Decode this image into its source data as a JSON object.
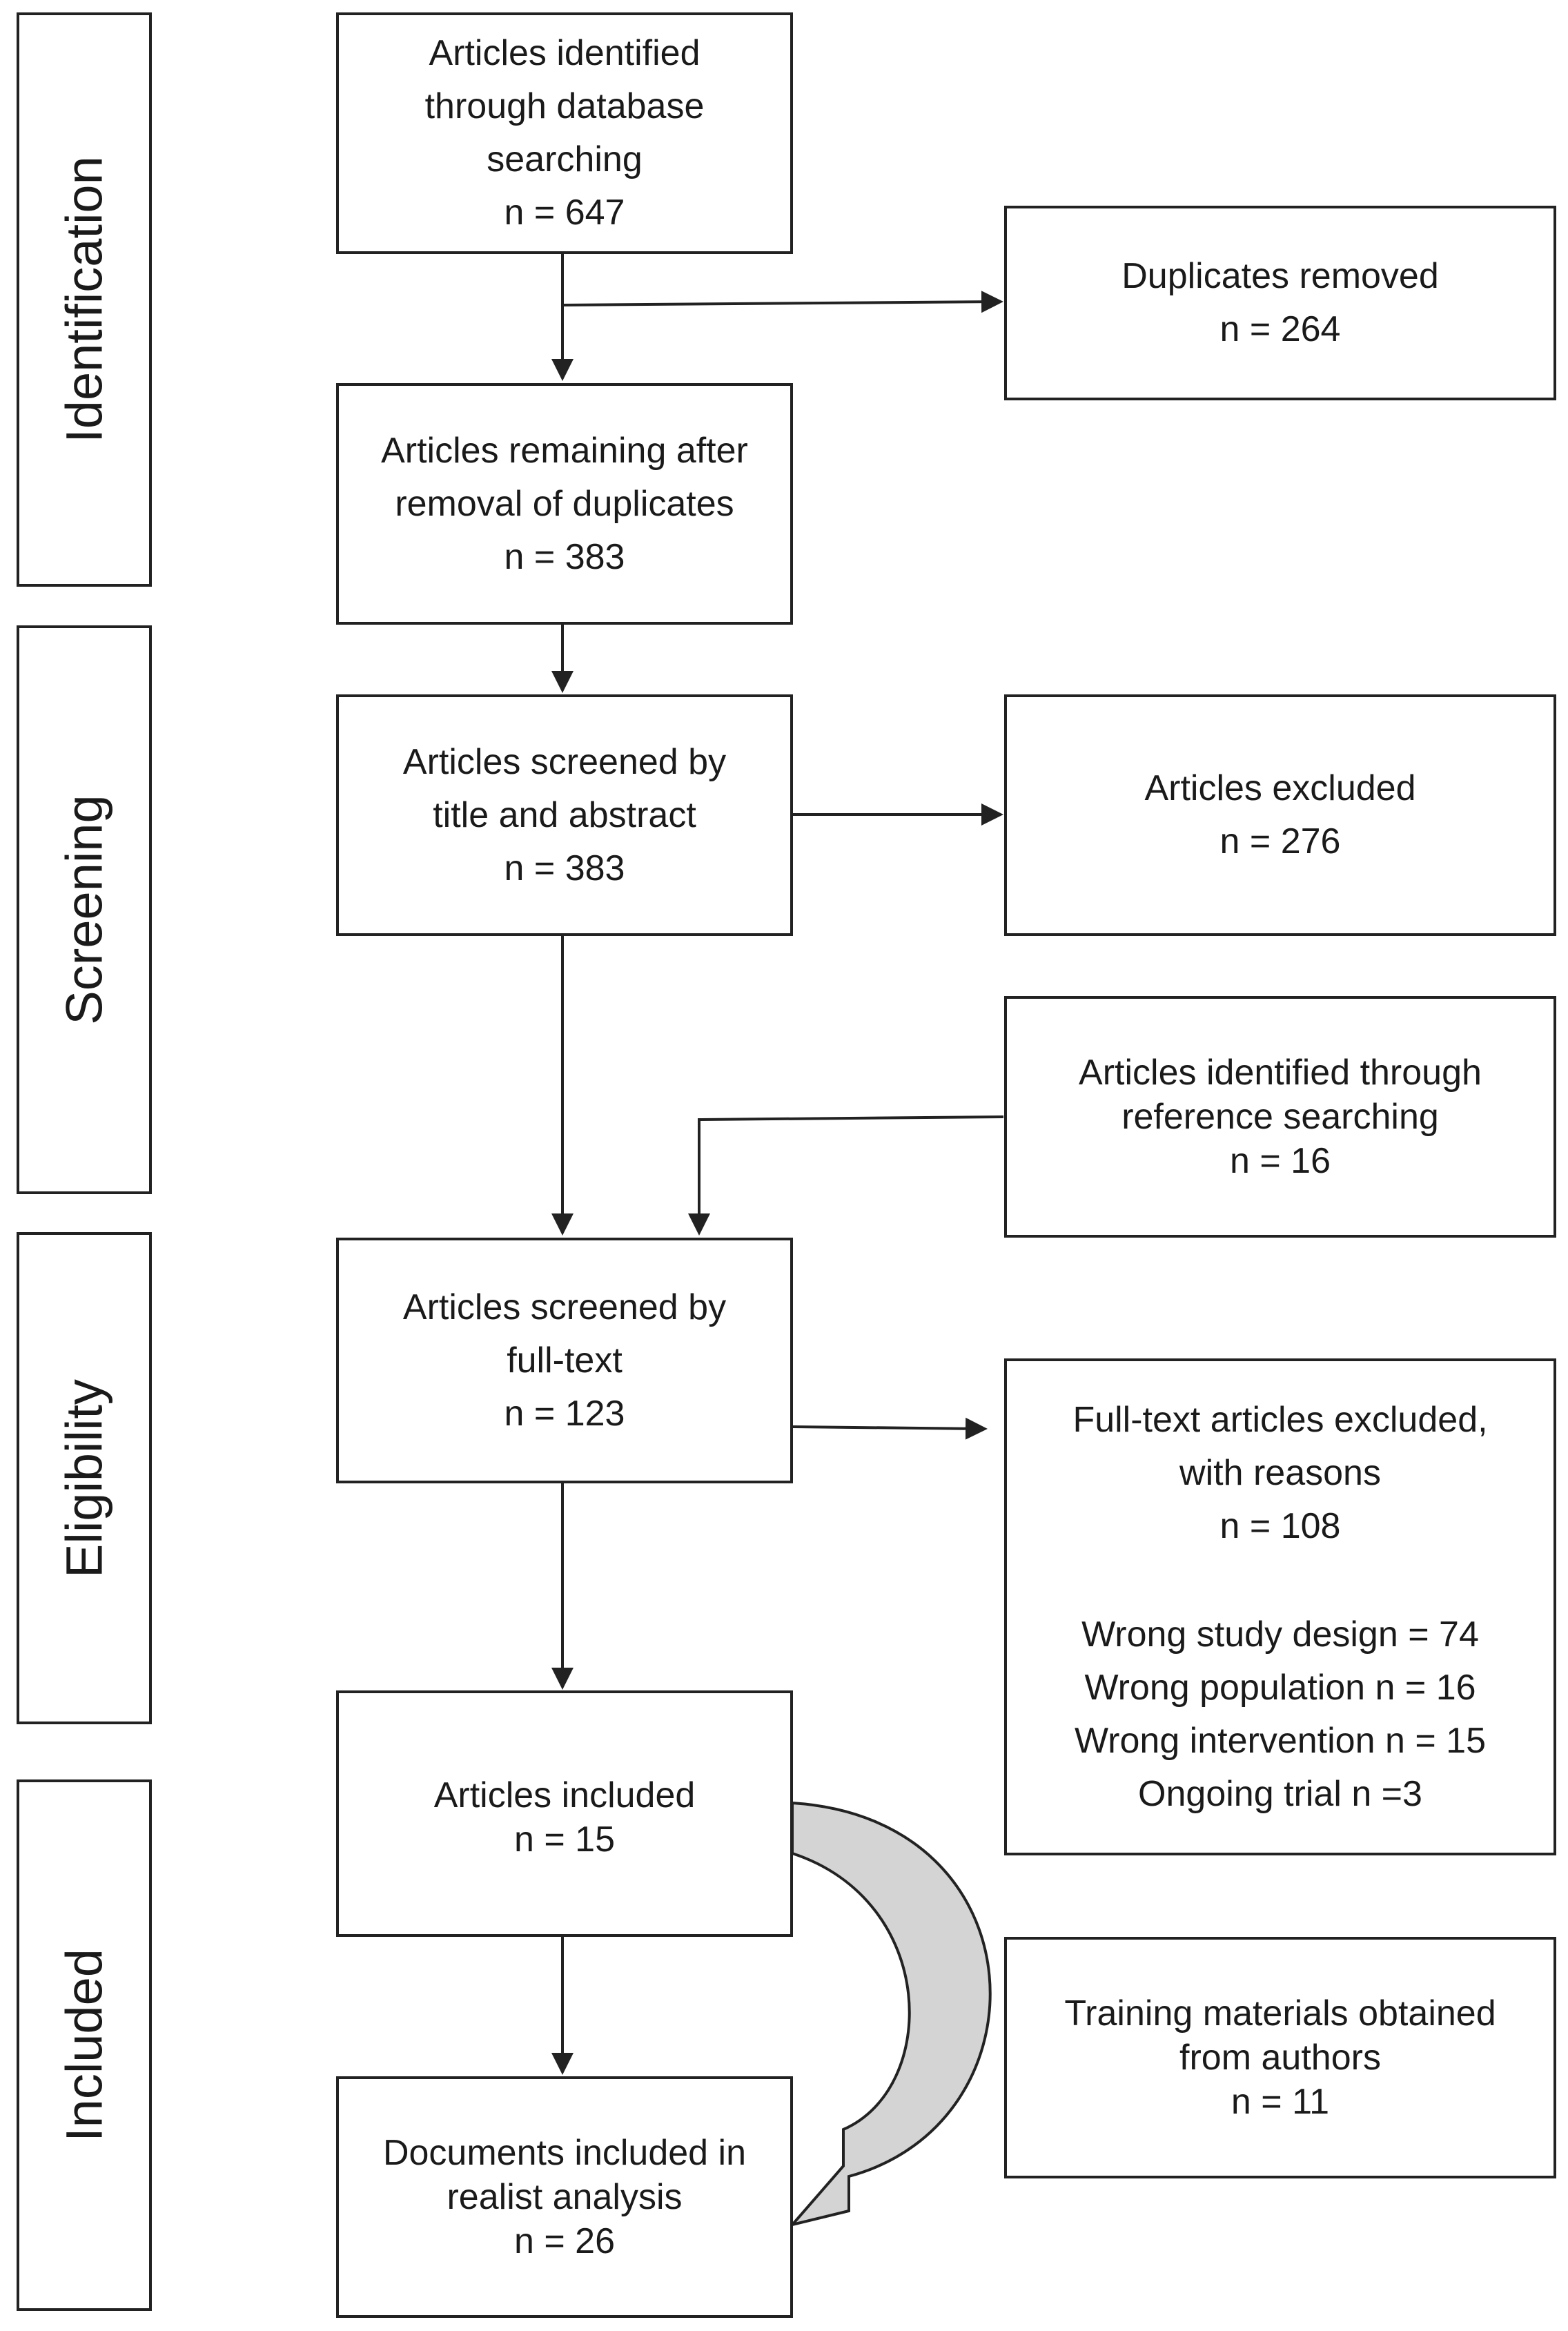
{
  "stages": {
    "identification": "Identification",
    "screening": "Screening",
    "eligibility": "Eligibility",
    "included": "Included"
  },
  "boxes": {
    "database_search": {
      "lines": [
        "Articles identified",
        "through database",
        "searching",
        "n = 647"
      ]
    },
    "duplicates_removed": {
      "lines": [
        "Duplicates removed",
        "n = 264"
      ]
    },
    "after_duplicates": {
      "lines": [
        "Articles remaining after",
        "removal of duplicates",
        "n = 383"
      ]
    },
    "title_abstract": {
      "lines": [
        "Articles screened by",
        "title and abstract",
        "n = 383"
      ]
    },
    "excluded": {
      "lines": [
        "Articles excluded",
        "n = 276"
      ]
    },
    "reference_search": {
      "lines": [
        "Articles identified through",
        "reference searching",
        "n = 16"
      ]
    },
    "full_text": {
      "lines": [
        "Articles screened by",
        "full-text",
        "n = 123"
      ]
    },
    "full_text_excluded": {
      "lines": [
        "Full-text articles excluded,",
        "with reasons",
        "n = 108"
      ],
      "reasons": [
        "Wrong study design = 74",
        "Wrong population n = 16",
        "Wrong intervention n = 15",
        "Ongoing trial n =3"
      ]
    },
    "articles_included": {
      "lines": [
        "Articles included",
        "n = 15"
      ]
    },
    "training_materials": {
      "lines": [
        "Training materials obtained",
        "from authors",
        "n = 11"
      ]
    },
    "documents_included": {
      "lines": [
        "Documents included in",
        "realist analysis",
        "n = 26"
      ]
    }
  }
}
